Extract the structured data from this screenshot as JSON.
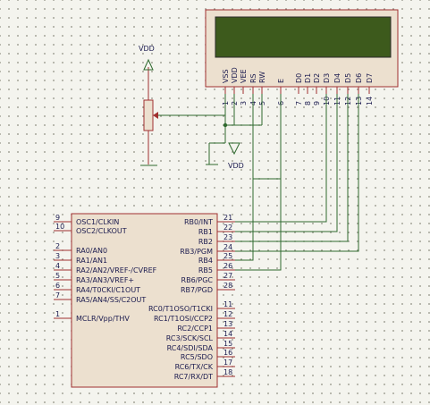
{
  "lcd": {
    "pins": [
      {
        "label": "VSS",
        "num": "1"
      },
      {
        "label": "VDD",
        "num": "2"
      },
      {
        "label": "VEE",
        "num": "3"
      },
      {
        "label": "RS",
        "num": "4"
      },
      {
        "label": "RW",
        "num": "5"
      },
      {
        "label": "E",
        "num": "6"
      },
      {
        "label": "D0",
        "num": "7"
      },
      {
        "label": "D1",
        "num": "8"
      },
      {
        "label": "D2",
        "num": "9"
      },
      {
        "label": "D3",
        "num": "10"
      },
      {
        "label": "D4",
        "num": "11"
      },
      {
        "label": "D5",
        "num": "12"
      },
      {
        "label": "D6",
        "num": "13"
      },
      {
        "label": "D7",
        "num": "14"
      }
    ]
  },
  "power": {
    "vdd_top": "VDD",
    "vdd_bottom": "VDD"
  },
  "mcu": {
    "left_pins": [
      {
        "num": "9",
        "label": "OSC1/CLKIN"
      },
      {
        "num": "10",
        "label": "OSC2/CLKOUT"
      },
      {
        "num": "2",
        "label": "RA0/AN0"
      },
      {
        "num": "3",
        "label": "RA1/AN1"
      },
      {
        "num": "4",
        "label": "RA2/AN2/VREF-/CVREF"
      },
      {
        "num": "5",
        "label": "RA3/AN3/VREF+"
      },
      {
        "num": "6",
        "label": "RA4/T0CKI/C1OUT"
      },
      {
        "num": "7",
        "label": "RA5/AN4/SS/C2OUT"
      },
      {
        "num": "1",
        "label": "MCLR/Vpp/THV"
      }
    ],
    "right_pins": [
      {
        "num": "21",
        "label": "RB0/INT"
      },
      {
        "num": "22",
        "label": "RB1"
      },
      {
        "num": "23",
        "label": "RB2"
      },
      {
        "num": "24",
        "label": "RB3/PGM"
      },
      {
        "num": "25",
        "label": "RB4"
      },
      {
        "num": "26",
        "label": "RB5"
      },
      {
        "num": "27",
        "label": "RB6/PGC"
      },
      {
        "num": "28",
        "label": "RB7/PGD"
      },
      {
        "num": "11",
        "label": "RC0/T1OSO/T1CKI"
      },
      {
        "num": "12",
        "label": "RC1/T1OSI/CCP2"
      },
      {
        "num": "13",
        "label": "RC2/CCP1"
      },
      {
        "num": "14",
        "label": "RC3/SCK/SCL"
      },
      {
        "num": "15",
        "label": "RC4/SDI/SDA"
      },
      {
        "num": "16",
        "label": "RC5/SDO"
      },
      {
        "num": "17",
        "label": "RC6/TX/CK"
      },
      {
        "num": "18",
        "label": "RC7/RX/DT"
      }
    ]
  },
  "colors": {
    "component_outline": "#a03030",
    "component_fill": "#ece0cf",
    "lcd_screen": "#3d5a1c",
    "wire": "#2f6a2f",
    "text": "#1b1b4f",
    "grid_dot": "#9a9a8e"
  }
}
